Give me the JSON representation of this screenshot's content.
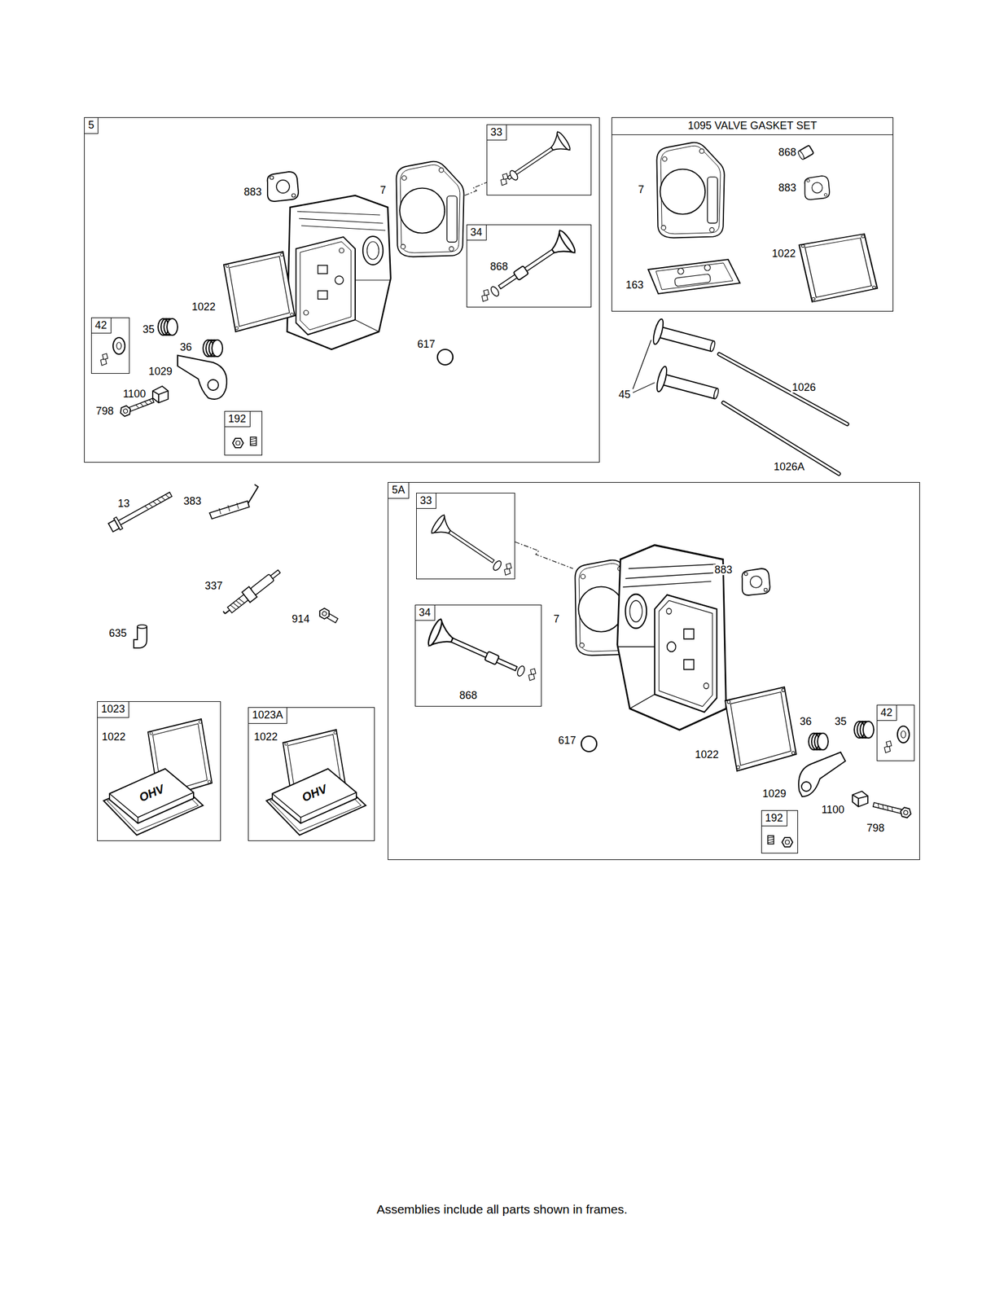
{
  "diagram": {
    "caption": "Assemblies include all parts shown in frames.",
    "nodes": [
      {
        "text": [
          "5"
        ]
      },
      {
        "text": [
          "33"
        ],
        "in": 0
      },
      {
        "text": [
          "34"
        ],
        "in": 0
      },
      {
        "text": [
          "42"
        ],
        "in": 0
      },
      {
        "text": [
          "192"
        ],
        "in": 0
      },
      {
        "text": [
          "1095 VALVE GASKET SET"
        ]
      },
      {
        "text": [
          "5A"
        ]
      },
      {
        "text": [
          "33"
        ],
        "in": 6
      },
      {
        "text": [
          "34"
        ],
        "in": 6
      },
      {
        "text": [
          "42"
        ],
        "in": 6
      },
      {
        "text": [
          "192"
        ],
        "in": 6
      },
      {
        "text": [
          "1023"
        ]
      },
      {
        "text": [
          "1023A"
        ]
      }
    ],
    "labels": [
      "883",
      "7",
      "868",
      "1022",
      "35",
      "36",
      "1029",
      "1100",
      "798",
      "617",
      "868",
      "7",
      "883",
      "1022",
      "163",
      "45",
      "1026",
      "1026A",
      "13",
      "383",
      "337",
      "914",
      "635",
      "883",
      "7",
      "868",
      "617",
      "36",
      "35",
      "1022",
      "1029",
      "1100",
      "798",
      "1022",
      "1022",
      "OHV",
      "OHV"
    ]
  }
}
